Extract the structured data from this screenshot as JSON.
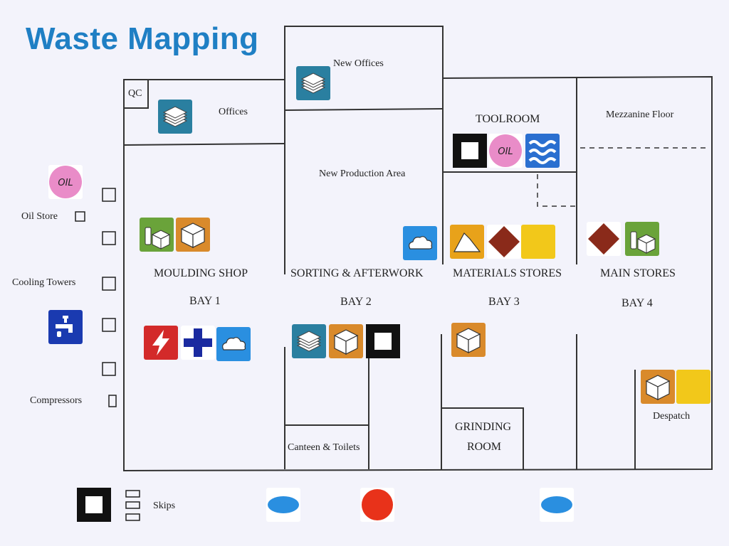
{
  "title": "Waste Mapping",
  "labels": {
    "qc": "QC",
    "offices": "Offices",
    "new_offices": "New Offices",
    "toolroom": "TOOLROOM",
    "mezzanine": "Mezzanine Floor",
    "new_production": "New Production Area",
    "oil_store": "Oil Store",
    "cooling_towers": "Cooling Towers",
    "compressors": "Compressors",
    "moulding_shop": "MOULDING SHOP",
    "sorting": "SORTING & AFTERWORK",
    "materials_stores": "MATERIALS STORES",
    "main_stores": "MAIN STORES",
    "bay1": "BAY 1",
    "bay2": "BAY 2",
    "bay3": "BAY 3",
    "bay4": "BAY 4",
    "grinding_1": "GRINDING",
    "grinding_2": "ROOM",
    "canteen": "Canteen & Toilets",
    "despatch": "Despatch",
    "skips": "Skips",
    "oil_icon_text": "OIL"
  },
  "colors": {
    "title": "#1f7fc4",
    "paper_teal": "#2a7fa0",
    "cardboard": "#d98a2b",
    "plastic_green": "#6aa33a",
    "hazard_red": "#d32a2a",
    "medical_blue": "#1a2aa0",
    "cloud_blue": "#2a8fe0",
    "oil_pink": "#e98cc8",
    "water_blue": "#2a6fd0",
    "dust_orange": "#e8a21a",
    "diamond_brown": "#8a2a1a",
    "yellow": "#f2c81a",
    "red_dot": "#e8321a"
  }
}
